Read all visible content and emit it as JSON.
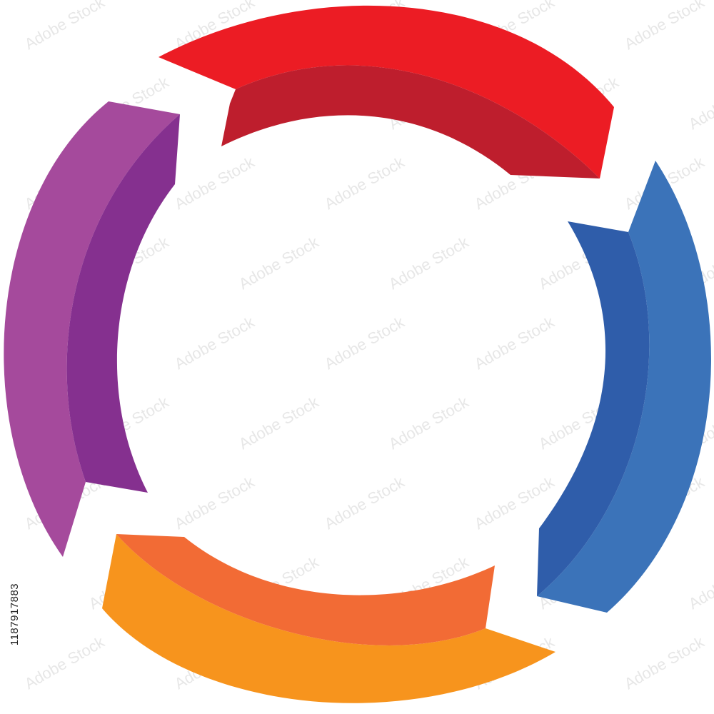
{
  "stock_id": "1187917883",
  "watermark": "Adobe Stock",
  "segments": [
    {
      "name": "top",
      "outer_color": "#EC1C24",
      "inner_color": "#BE1E2D"
    },
    {
      "name": "right",
      "outer_color": "#3B73B9",
      "inner_color": "#2F5DAA"
    },
    {
      "name": "bottom",
      "outer_color": "#F7941D",
      "inner_color": "#F26B35"
    },
    {
      "name": "left",
      "outer_color": "#A54A9C",
      "inner_color": "#85308F"
    }
  ]
}
